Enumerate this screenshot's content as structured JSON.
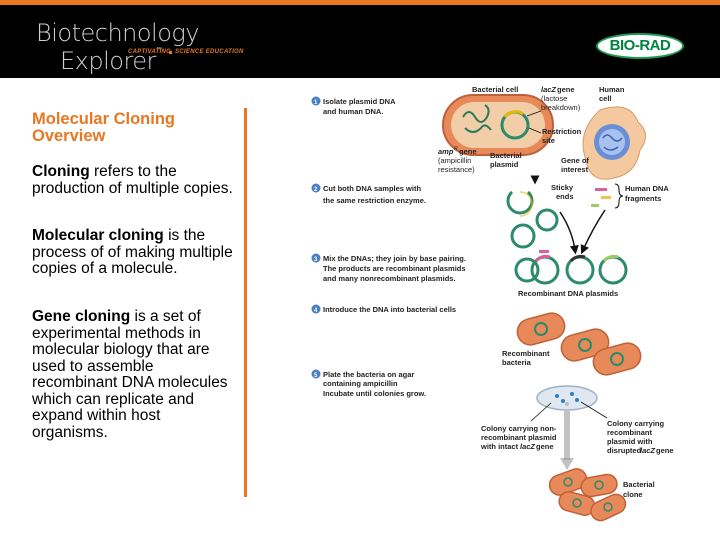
{
  "header": {
    "logo_line1": "Biotechnology",
    "logo_line2": "Explorer",
    "logo_tm": "™",
    "tagline_part1": "CAPTIVATING",
    "tagline_part2": "SCIENCE EDUCATION",
    "brand_logo": "BIO-RAD",
    "colors": {
      "accent": "#e87722",
      "brand_green": "#00843d",
      "header_bg": "#000000"
    }
  },
  "slide": {
    "title": "Molecular Cloning Overview",
    "paragraphs": [
      {
        "term": "Cloning",
        "text": " refers to the production of multiple copies."
      },
      {
        "term": "Molecular cloning",
        "text": "  is the process of of making multiple copies of a molecule."
      },
      {
        "term": "Gene cloning",
        "text": " is a set of experimental methods in molecular biology that are used to assemble recombinant DNA molecules which can replicate and expand within host organisms."
      }
    ]
  },
  "diagram": {
    "steps": [
      {
        "num": "1",
        "line1": "Isolate plasmid DNA",
        "line2": "and human DNA."
      },
      {
        "num": "2",
        "line1": "Cut both DNA samples with",
        "line2": "the same restriction enzyme."
      },
      {
        "num": "3",
        "line1": "Mix the DNAs; they join by base pairing.",
        "line2": "The products are recombinant plasmids",
        "line3": "and many nonrecombinant plasmids."
      },
      {
        "num": "4",
        "line1": "Introduce the DNA into bacterial cells"
      },
      {
        "num": "5",
        "line1": "Plate the bacteria on agar",
        "line2": "containing ampicillin",
        "line3": "Incubate until colonies grow."
      }
    ],
    "labels": {
      "bacterial_cell": "Bacterial cell",
      "lacz_gene_1": "lacZ",
      "lacz_gene_2": " gene",
      "lacz_gene_3": "(lactose",
      "lacz_gene_4": "breakdown)",
      "human_cell_1": "Human",
      "human_cell_2": "cell",
      "restriction_site_1": "Restriction",
      "restriction_site_2": "site",
      "ampr_1": "amp",
      "ampr_sup": "R",
      "ampr_2": " gene",
      "ampr_3": "(ampicillin",
      "ampr_4": "resistance)",
      "bacterial_plasmid_1": "Bacterial",
      "bacterial_plasmid_2": "plasmid",
      "gene_of_interest_1": "Gene of",
      "gene_of_interest_2": "interest",
      "sticky_ends_1": "Sticky",
      "sticky_ends_2": "ends",
      "human_dna_1": "Human DNA",
      "human_dna_2": "fragments",
      "recombinant_plasmids": "Recombinant DNA plasmids",
      "recombinant_bacteria_1": "Recombinant",
      "recombinant_bacteria_2": "bacteria",
      "colony_nonrec_1": "Colony carrying non-",
      "colony_nonrec_2": "recombinant plasmid",
      "colony_nonrec_3": "with intact ",
      "colony_nonrec_4": "lacZ",
      "colony_nonrec_5": " gene",
      "colony_rec_1": "Colony carrying",
      "colony_rec_2": "recombinant",
      "colony_rec_3": "plasmid with",
      "colony_rec_4": "disrupted ",
      "colony_rec_5": "lacZ",
      "colony_rec_6": " gene",
      "bacterial_clone_1": "Bacterial",
      "bacterial_clone_2": "clone"
    }
  }
}
